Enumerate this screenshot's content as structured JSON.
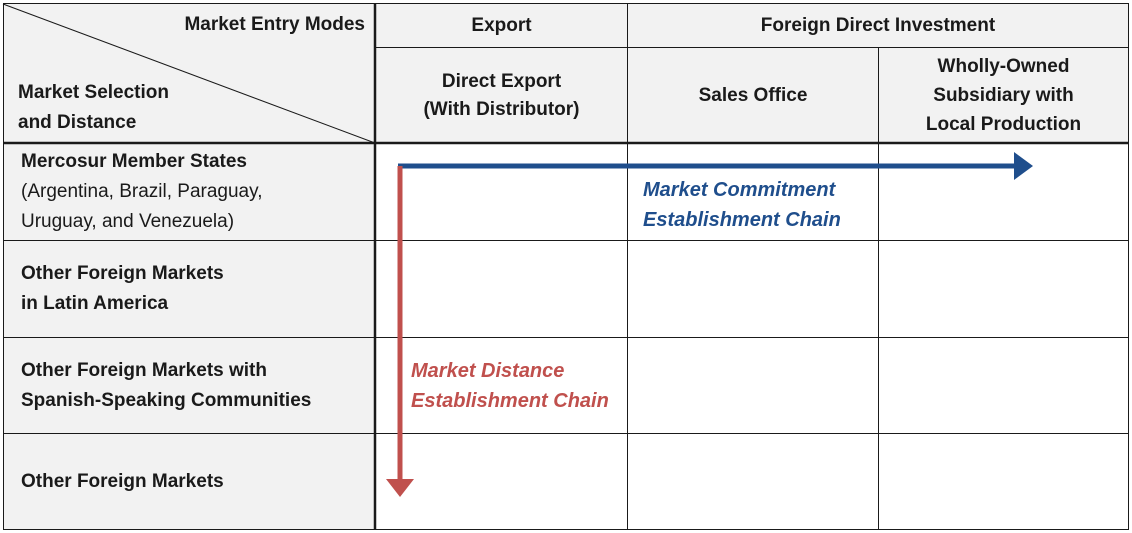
{
  "corner": {
    "top_label": "Market Entry Modes",
    "left_label_line1": "Market Selection",
    "left_label_line2": "and Distance"
  },
  "headers": {
    "export": "Export",
    "fdi": "Foreign Direct Investment",
    "direct_export_line1": "Direct Export",
    "direct_export_line2": "(With Distributor)",
    "sales_office": "Sales Office",
    "wholly_owned_line1": "Wholly-Owned",
    "wholly_owned_line2": "Subsidiary with",
    "wholly_owned_line3": "Local Production"
  },
  "rows": {
    "r1_line1": "Mercosur Member States",
    "r1_line2": "(Argentina, Brazil, Paraguay,",
    "r1_line3": "Uruguay, and Venezuela)",
    "r2_line1": "Other Foreign Markets",
    "r2_line2": "in Latin America",
    "r3_line1": "Other Foreign Markets with",
    "r3_line2": "Spanish-Speaking Communities",
    "r4_line1": "Other Foreign Markets"
  },
  "arrows": {
    "commitment_line1": "Market Commitment",
    "commitment_line2": "Establishment Chain",
    "distance_line1": "Market Distance",
    "distance_line2": "Establishment Chain"
  },
  "colors": {
    "commitment": "#1f4e8c",
    "distance": "#c0504d",
    "label_bg": "#f2f2f2",
    "grid": "#1a1a1a"
  }
}
